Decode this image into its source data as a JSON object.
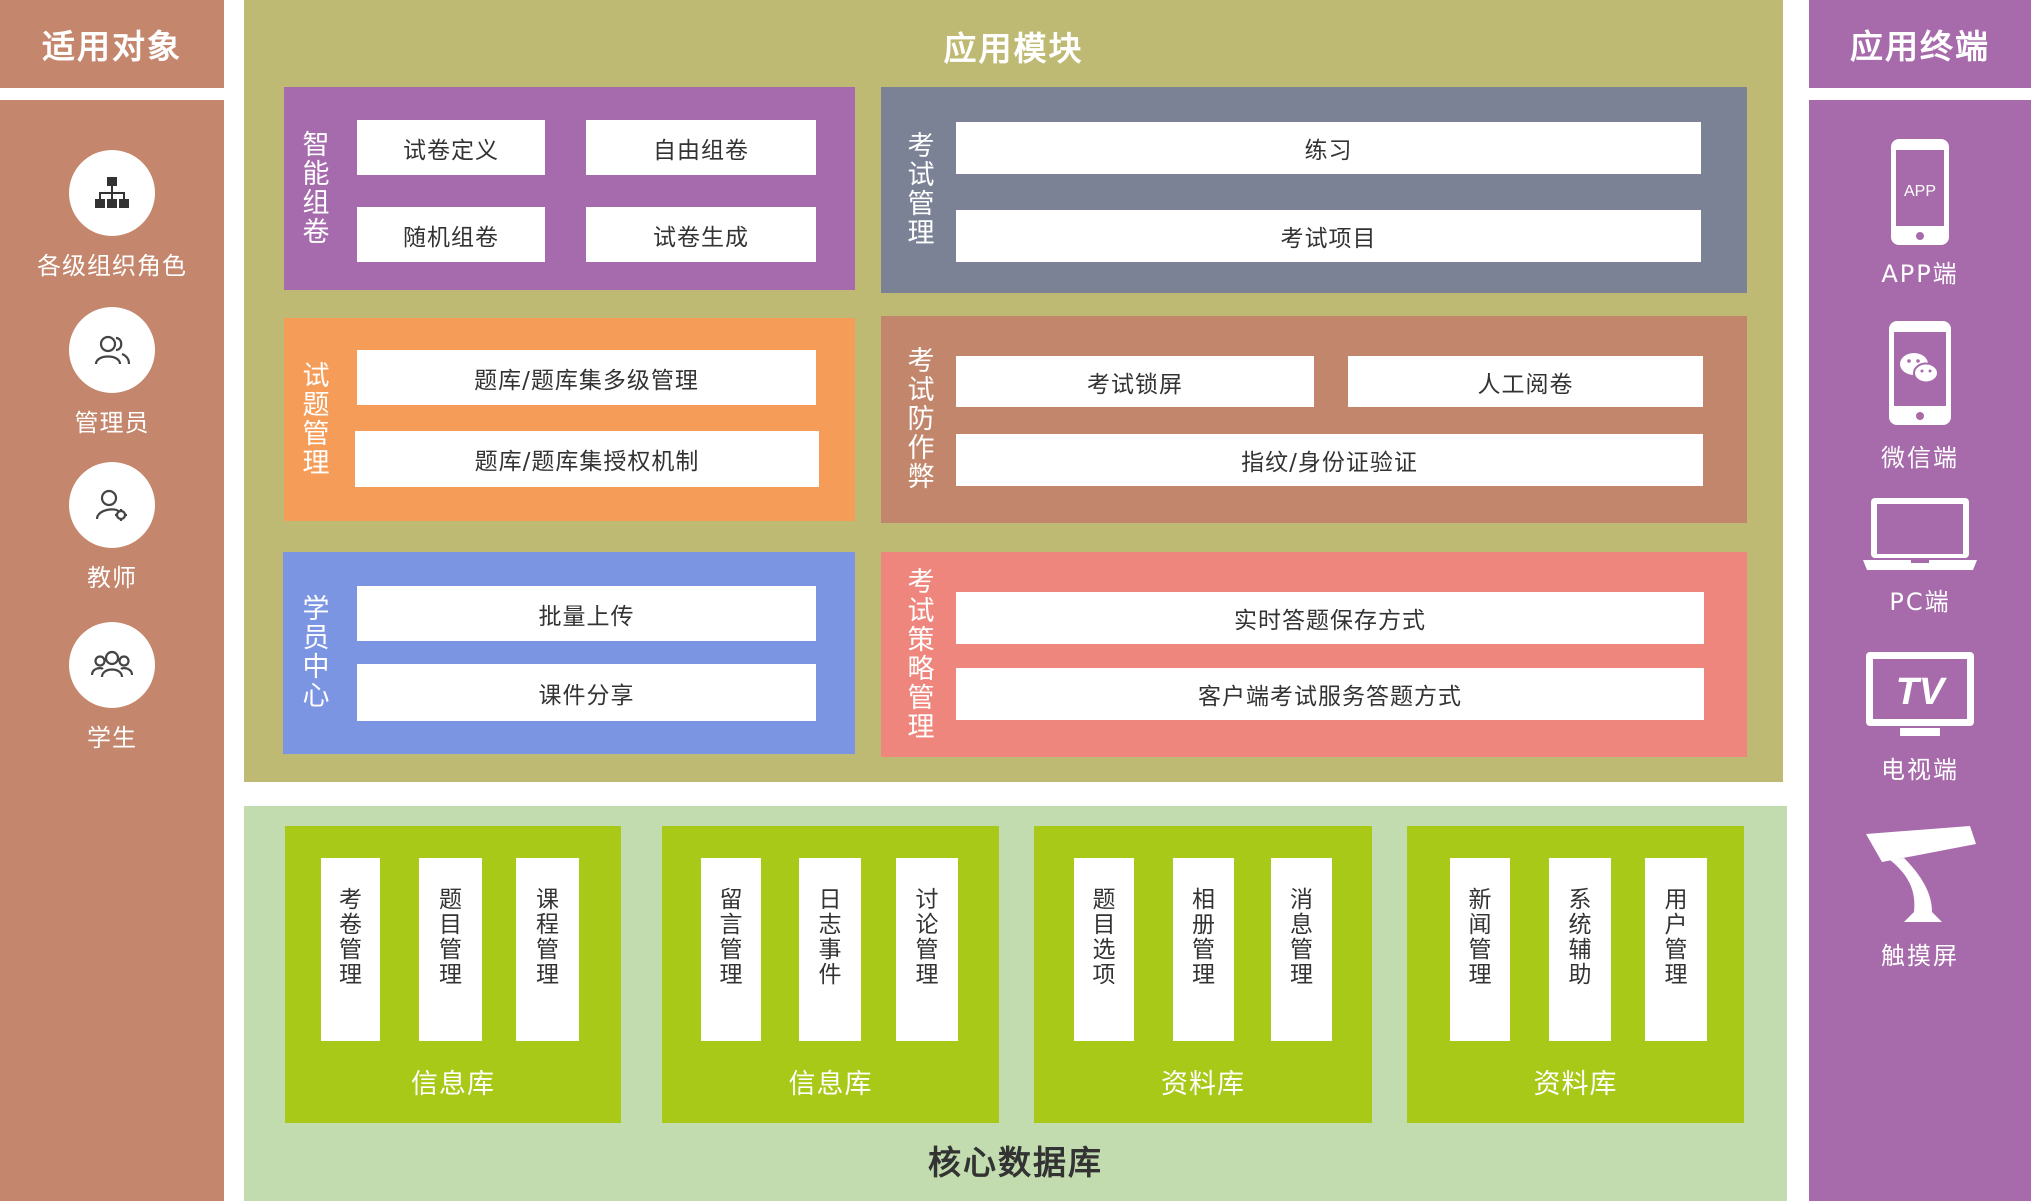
{
  "audience": {
    "title": "适用对象",
    "items": [
      {
        "label": "各级组织角色",
        "icon": "org-chart-icon"
      },
      {
        "label": "管理员",
        "icon": "users-icon"
      },
      {
        "label": "教师",
        "icon": "teacher-icon"
      },
      {
        "label": "学生",
        "icon": "group-icon"
      }
    ]
  },
  "modules": {
    "title": "应用模块",
    "smart_paper": {
      "label": "智能组卷",
      "items": [
        "试卷定义",
        "自由组卷",
        "随机组卷",
        "试卷生成"
      ]
    },
    "exam_mgmt": {
      "label": "考试管理",
      "items": [
        "练习",
        "考试项目"
      ]
    },
    "question_mgmt": {
      "label": "试题管理",
      "items": [
        "题库/题库集多级管理",
        "题库/题库集授权机制"
      ]
    },
    "anti_cheat": {
      "label": "考试防作弊",
      "items": [
        "考试锁屏",
        "人工阅卷",
        "指纹/身份证验证"
      ]
    },
    "student_center": {
      "label": "学员中心",
      "items": [
        "批量上传",
        "课件分享"
      ]
    },
    "strategy": {
      "label": "考试策略管理",
      "items": [
        "实时答题保存方式",
        "客户端考试服务答题方式"
      ]
    }
  },
  "terminals": {
    "title": "应用终端",
    "app_badge": "APP",
    "tv_badge": "TV",
    "items": [
      {
        "label": "APP端",
        "icon": "phone-app-icon"
      },
      {
        "label": "微信端",
        "icon": "wechat-phone-icon"
      },
      {
        "label": "PC端",
        "icon": "laptop-icon"
      },
      {
        "label": "电视端",
        "icon": "tv-icon"
      },
      {
        "label": "触摸屏",
        "icon": "touch-kiosk-icon"
      }
    ]
  },
  "database": {
    "title": "核心数据库",
    "groups": [
      {
        "title": "信息库",
        "columns": [
          "考卷管理",
          "题目管理",
          "课程管理"
        ]
      },
      {
        "title": "信息库",
        "columns": [
          "留言管理",
          "日志事件",
          "讨论管理"
        ]
      },
      {
        "title": "资料库",
        "columns": [
          "题目选项",
          "相册管理",
          "消息管理"
        ]
      },
      {
        "title": "资料库",
        "columns": [
          "新闻管理",
          "系统辅助",
          "用户管理"
        ]
      }
    ]
  },
  "colors": {
    "audience": "#c4866d",
    "modules_bg": "#bfba73",
    "terminals": "#a76bab",
    "smart_paper": "#a56bad",
    "exam_mgmt": "#7b8296",
    "question_mgmt": "#f59c59",
    "anti_cheat": "#c2866d",
    "student_center": "#7b95e2",
    "strategy": "#ef867d",
    "db_bg": "#c2dcb0",
    "db_card": "#a8c918"
  }
}
